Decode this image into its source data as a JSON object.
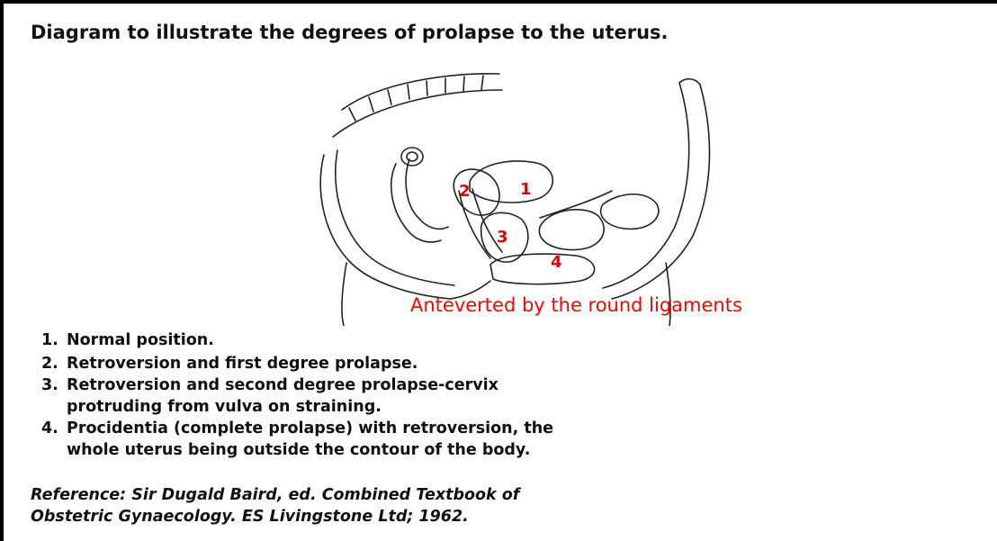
{
  "title": "Diagram to illustrate the degrees of prolapse to the uterus.",
  "diagram": {
    "markers": [
      "1",
      "2",
      "3",
      "4"
    ],
    "annotation": "Anteverted by the round ligaments"
  },
  "legend": [
    {
      "number": "1.",
      "line1": "Normal position.",
      "line2": ""
    },
    {
      "number": "2.",
      "line1": "Retroversion and first degree prolapse.",
      "line2": ""
    },
    {
      "number": "3.",
      "line1": "Retroversion and second degree prolapse-cervix",
      "line2": "protruding from vulva on straining."
    },
    {
      "number": "4.",
      "line1": "Procidentia (complete prolapse) with retroversion, the",
      "line2": "whole uterus being outside the contour of the body."
    }
  ],
  "reference": {
    "line1": "Reference: Sir Dugald Baird, ed. Combined Textbook of",
    "line2": "Obstetric Gynaecology.  ES Livingstone Ltd; 1962."
  },
  "colors": {
    "marker": "#e00000",
    "annotation": "#ff0000",
    "text": "#111111"
  }
}
